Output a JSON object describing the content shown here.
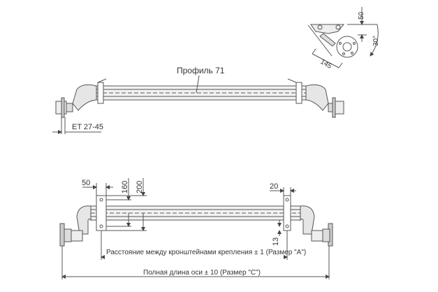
{
  "diagram": {
    "subject": "trailer axle technical drawing",
    "line_color": "#555555",
    "fill_color": "#e8e8e8",
    "top_view": {
      "profile_label": "Профиль 71",
      "offset_label": "ET 27-45"
    },
    "side_detail": {
      "dim_height": "50",
      "dim_angle": "30°",
      "dim_diag": "145"
    },
    "bottom_view": {
      "dim_bracket_width": "50",
      "dim_hole_spacing": "160",
      "dim_bracket_height": "200",
      "dim_right_width": "20",
      "dim_right_offset": "13",
      "dim_a_label": "Расстояние между кронштейнами крепления ± 1 (Размер \"A\")",
      "dim_c_label": "Полная длина оси ± 10 (Размер \"C\")"
    }
  }
}
